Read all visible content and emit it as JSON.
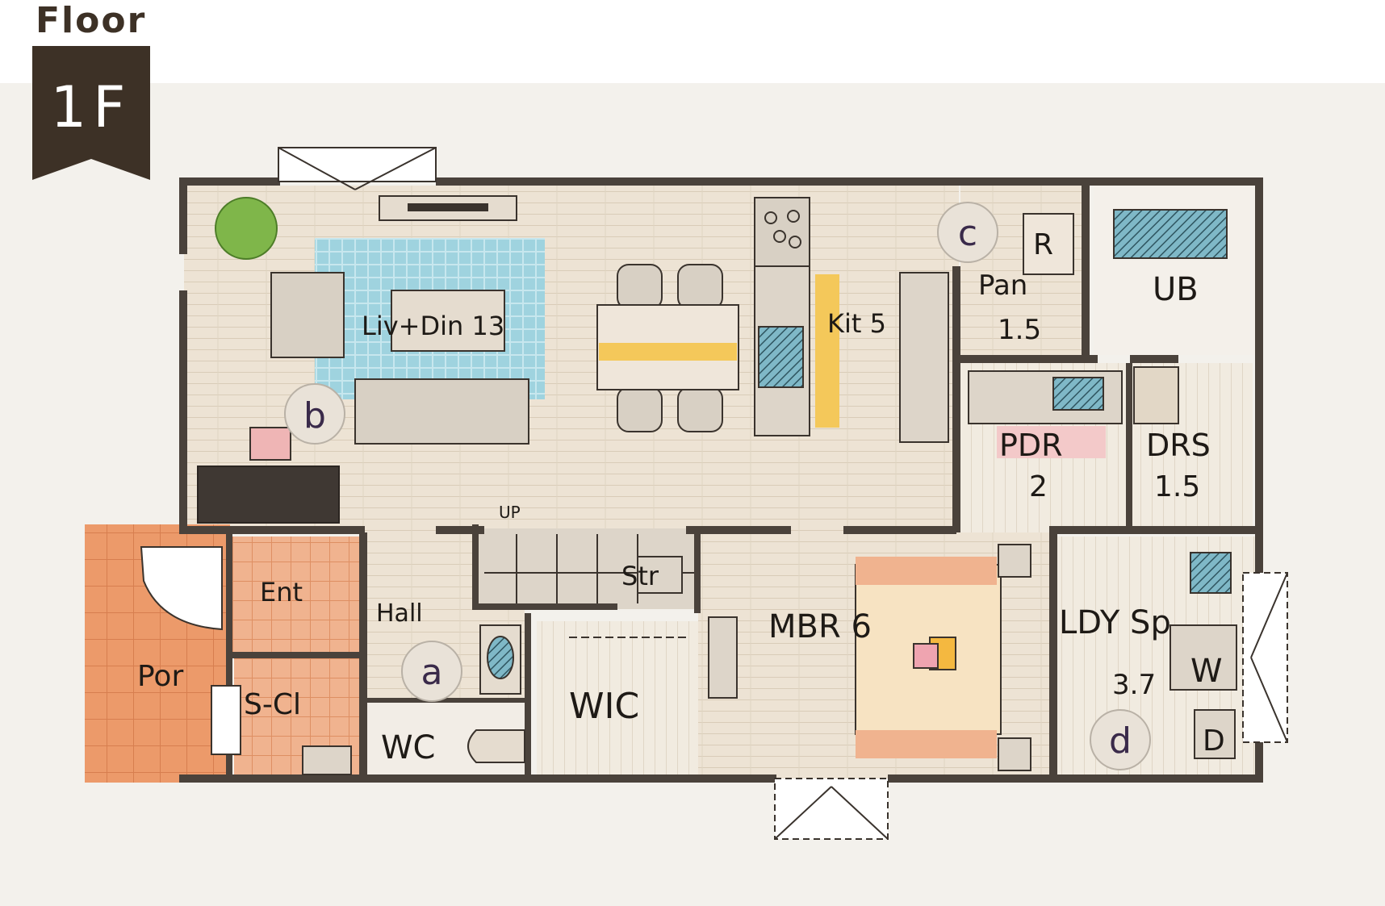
{
  "header": {
    "floor_word": "Floor",
    "floor_number": "1F"
  },
  "rooms": {
    "living_dining": "Liv+Din 13",
    "kitchen": "Kit 5",
    "pantry": "Pan",
    "pantry_size": "1.5",
    "refrigerator": "R",
    "bath": "UB",
    "powder_room": "PDR",
    "powder_room_size": "2",
    "dressing_room": "DRS",
    "dressing_room_size": "1.5",
    "entrance": "Ent",
    "porch": "Por",
    "shoe_closet": "S-Cl",
    "hall": "Hall",
    "toilet": "WC",
    "stairs": "Str",
    "stairs_up": "UP",
    "walk_in_closet": "WIC",
    "master_bedroom": "MBR 6",
    "laundry_space": "LDY Sp",
    "laundry_size": "3.7",
    "washer": "W",
    "dryer": "D"
  },
  "markers": [
    "a",
    "b",
    "c",
    "d"
  ],
  "colors": {
    "wall": "#4a423b",
    "floor_wood": "#ede3d4",
    "rug": "#9fd3df",
    "tile": "#ec9a6a",
    "accent_yellow": "#f4c85a",
    "marker_circle": "#e9e2d8",
    "badge": "#3d3126"
  }
}
